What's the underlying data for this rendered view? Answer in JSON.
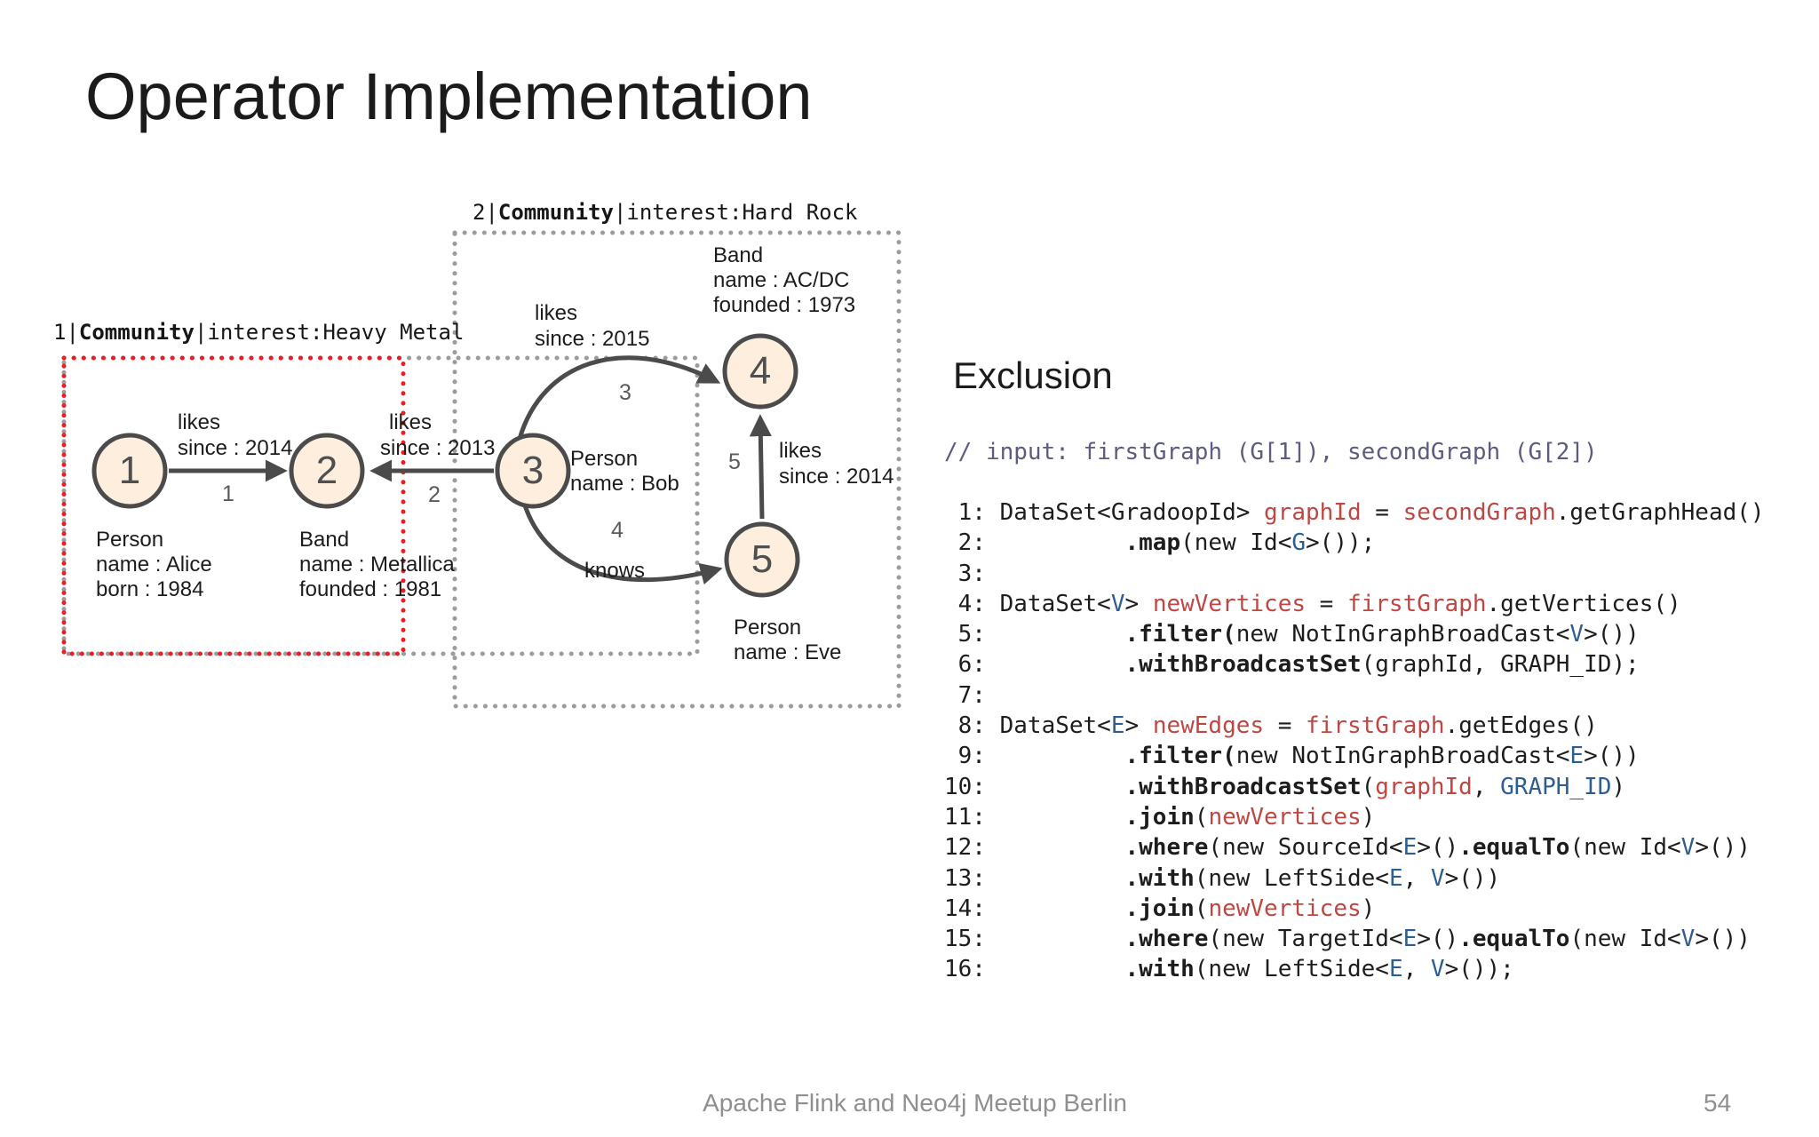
{
  "title": "Operator Implementation",
  "section": {
    "heading": "Exclusion"
  },
  "footer": {
    "left": "Apache Flink and Neo4j Meetup Berlin",
    "page": "54"
  },
  "diagram": {
    "communities": [
      {
        "prefix": "1|",
        "bold_part": "Community",
        "rest": "|interest:Heavy Metal"
      },
      {
        "prefix": "2|",
        "bold_part": "Community",
        "rest": "|interest:Hard Rock"
      }
    ],
    "result_highlight": "exclusion-result-box",
    "nodes": [
      {
        "id": "1",
        "type": "Person",
        "props": [
          "name : Alice",
          "born : 1984"
        ]
      },
      {
        "id": "2",
        "type": "Band",
        "props": [
          "name : Metallica",
          "founded : 1981"
        ]
      },
      {
        "id": "3",
        "type": "Person",
        "props": [
          "name : Bob"
        ]
      },
      {
        "id": "4",
        "type": "Band",
        "props": [
          "name : AC/DC",
          "founded : 1973"
        ]
      },
      {
        "id": "5",
        "type": "Person",
        "props": [
          "name : Eve"
        ]
      }
    ],
    "edges": [
      {
        "id": "1",
        "label": "likes",
        "prop": "since : 2014"
      },
      {
        "id": "2",
        "label": "likes",
        "prop": "since : 2013"
      },
      {
        "id": "3",
        "label": "likes",
        "prop": "since : 2015"
      },
      {
        "id": "4",
        "label": "knows",
        "prop": ""
      },
      {
        "id": "5",
        "label": "likes",
        "prop": "since : 2014"
      }
    ],
    "colors": {
      "node_fill": "#fdeede",
      "node_border": "#4b4b4b",
      "edge_stroke": "#4b4b4b",
      "community_dots": "#9c9c9c",
      "result_dots": "#ea1c24"
    }
  },
  "code": {
    "comment": "// input: firstGraph (G[1]), secondGraph (G[2])",
    "colors": {
      "plain": "#1d1d1d",
      "identifier_red": "#bf4743",
      "type_blue": "#2d5e8f",
      "comment": "#5c5c80"
    },
    "lines": [
      [
        {
          "t": " 1: DataSet<GradoopId> ",
          "c": "p"
        },
        {
          "t": "graphId",
          "c": "r"
        },
        {
          "t": " = ",
          "c": "p"
        },
        {
          "t": "secondGraph",
          "c": "r"
        },
        {
          "t": ".getGraphHead()",
          "c": "p"
        }
      ],
      [
        {
          "t": " 2:          ",
          "c": "p"
        },
        {
          "t": ".map",
          "c": "m"
        },
        {
          "t": "(new Id<",
          "c": "p"
        },
        {
          "t": "G",
          "c": "b"
        },
        {
          "t": ">());",
          "c": "p"
        }
      ],
      [
        {
          "t": " 3:",
          "c": "p"
        }
      ],
      [
        {
          "t": " 4: DataSet<",
          "c": "p"
        },
        {
          "t": "V",
          "c": "b"
        },
        {
          "t": "> ",
          "c": "p"
        },
        {
          "t": "newVertices",
          "c": "r"
        },
        {
          "t": " = ",
          "c": "p"
        },
        {
          "t": "firstGraph",
          "c": "r"
        },
        {
          "t": ".getVertices()",
          "c": "p"
        }
      ],
      [
        {
          "t": " 5:          ",
          "c": "p"
        },
        {
          "t": ".filter(",
          "c": "m"
        },
        {
          "t": "new NotInGraphBroadCast<",
          "c": "p"
        },
        {
          "t": "V",
          "c": "b"
        },
        {
          "t": ">())",
          "c": "p"
        }
      ],
      [
        {
          "t": " 6:          ",
          "c": "p"
        },
        {
          "t": ".withBroadcastSet",
          "c": "m"
        },
        {
          "t": "(graphId, GRAPH_ID);",
          "c": "p"
        }
      ],
      [
        {
          "t": " 7:",
          "c": "p"
        }
      ],
      [
        {
          "t": " 8: DataSet<",
          "c": "p"
        },
        {
          "t": "E",
          "c": "b"
        },
        {
          "t": "> ",
          "c": "p"
        },
        {
          "t": "newEdges",
          "c": "r"
        },
        {
          "t": " = ",
          "c": "p"
        },
        {
          "t": "firstGraph",
          "c": "r"
        },
        {
          "t": ".getEdges()",
          "c": "p"
        }
      ],
      [
        {
          "t": " 9:          ",
          "c": "p"
        },
        {
          "t": ".filter(",
          "c": "m"
        },
        {
          "t": "new NotInGraphBroadCast<",
          "c": "p"
        },
        {
          "t": "E",
          "c": "b"
        },
        {
          "t": ">())",
          "c": "p"
        }
      ],
      [
        {
          "t": "10:          ",
          "c": "p"
        },
        {
          "t": ".withBroadcastSet",
          "c": "m"
        },
        {
          "t": "(",
          "c": "p"
        },
        {
          "t": "graphId",
          "c": "r"
        },
        {
          "t": ", ",
          "c": "p"
        },
        {
          "t": "GRAPH_ID",
          "c": "b"
        },
        {
          "t": ")",
          "c": "p"
        }
      ],
      [
        {
          "t": "11:          ",
          "c": "p"
        },
        {
          "t": ".join",
          "c": "m"
        },
        {
          "t": "(",
          "c": "p"
        },
        {
          "t": "newVertices",
          "c": "r"
        },
        {
          "t": ")",
          "c": "p"
        }
      ],
      [
        {
          "t": "12:          ",
          "c": "p"
        },
        {
          "t": ".where",
          "c": "m"
        },
        {
          "t": "(new SourceId<",
          "c": "p"
        },
        {
          "t": "E",
          "c": "b"
        },
        {
          "t": ">()",
          "c": "p"
        },
        {
          "t": ".equalTo",
          "c": "m"
        },
        {
          "t": "(new Id<",
          "c": "p"
        },
        {
          "t": "V",
          "c": "b"
        },
        {
          "t": ">())",
          "c": "p"
        }
      ],
      [
        {
          "t": "13:          ",
          "c": "p"
        },
        {
          "t": ".with",
          "c": "m"
        },
        {
          "t": "(new LeftSide<",
          "c": "p"
        },
        {
          "t": "E",
          "c": "b"
        },
        {
          "t": ", ",
          "c": "p"
        },
        {
          "t": "V",
          "c": "b"
        },
        {
          "t": ">())",
          "c": "p"
        }
      ],
      [
        {
          "t": "14:          ",
          "c": "p"
        },
        {
          "t": ".join",
          "c": "m"
        },
        {
          "t": "(",
          "c": "p"
        },
        {
          "t": "newVertices",
          "c": "r"
        },
        {
          "t": ")",
          "c": "p"
        }
      ],
      [
        {
          "t": "15:          ",
          "c": "p"
        },
        {
          "t": ".where",
          "c": "m"
        },
        {
          "t": "(new TargetId<",
          "c": "p"
        },
        {
          "t": "E",
          "c": "b"
        },
        {
          "t": ">()",
          "c": "p"
        },
        {
          "t": ".equalTo",
          "c": "m"
        },
        {
          "t": "(new Id<",
          "c": "p"
        },
        {
          "t": "V",
          "c": "b"
        },
        {
          "t": ">())",
          "c": "p"
        }
      ],
      [
        {
          "t": "16:          ",
          "c": "p"
        },
        {
          "t": ".with",
          "c": "m"
        },
        {
          "t": "(new LeftSide<",
          "c": "p"
        },
        {
          "t": "E",
          "c": "b"
        },
        {
          "t": ", ",
          "c": "p"
        },
        {
          "t": "V",
          "c": "b"
        },
        {
          "t": ">());",
          "c": "p"
        }
      ]
    ]
  }
}
